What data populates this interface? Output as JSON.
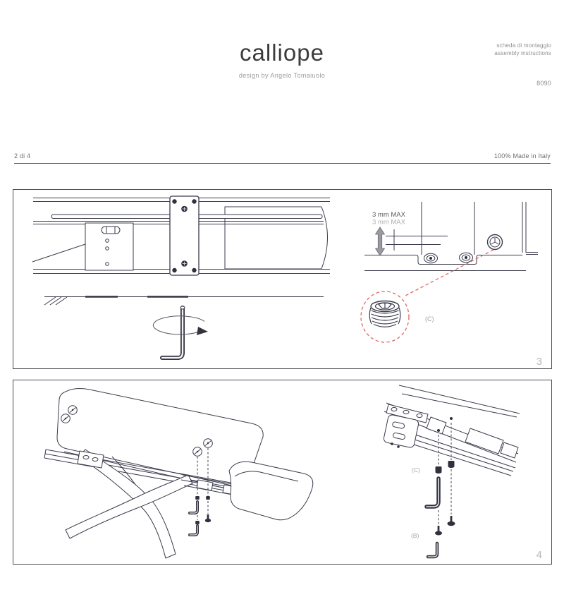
{
  "header": {
    "title": "calliope",
    "designer": "design by Angelo Tomaiuolo",
    "doc_title_it": "scheda di montaggio",
    "doc_title_en": "assembly instructions",
    "model": "8090"
  },
  "meta": {
    "page": "2 di 4",
    "origin": "100% Made in Italy"
  },
  "step3": {
    "number": "3",
    "max_label_primary": "3 mm MAX",
    "max_label_secondary": "3 mm MAX",
    "insert_label": "(C)"
  },
  "step4": {
    "number": "4",
    "insert_label": "(C)",
    "screw_label": "(B)"
  },
  "colors": {
    "line": "#3b3b4d",
    "dark_part": "#30303e",
    "accent_red": "#dc6a5f",
    "label_gray": "#a2a2a2",
    "page_number_gray": "#b9b9bf"
  }
}
